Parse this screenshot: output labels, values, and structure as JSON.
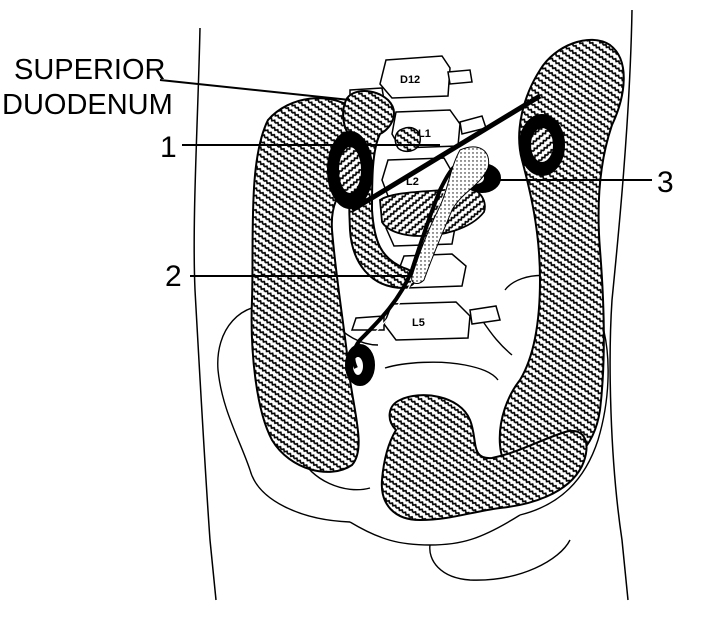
{
  "labels": {
    "top_line1": "SUPERIOR",
    "top_line2": "DUODENUM",
    "callout_1": "1",
    "callout_2": "2",
    "callout_3": "3"
  },
  "vertebrae": {
    "d12": "D12",
    "l1": "L1",
    "l2": "L2",
    "l5": "L5"
  },
  "colors": {
    "ink": "#000000",
    "paper": "#ffffff"
  }
}
